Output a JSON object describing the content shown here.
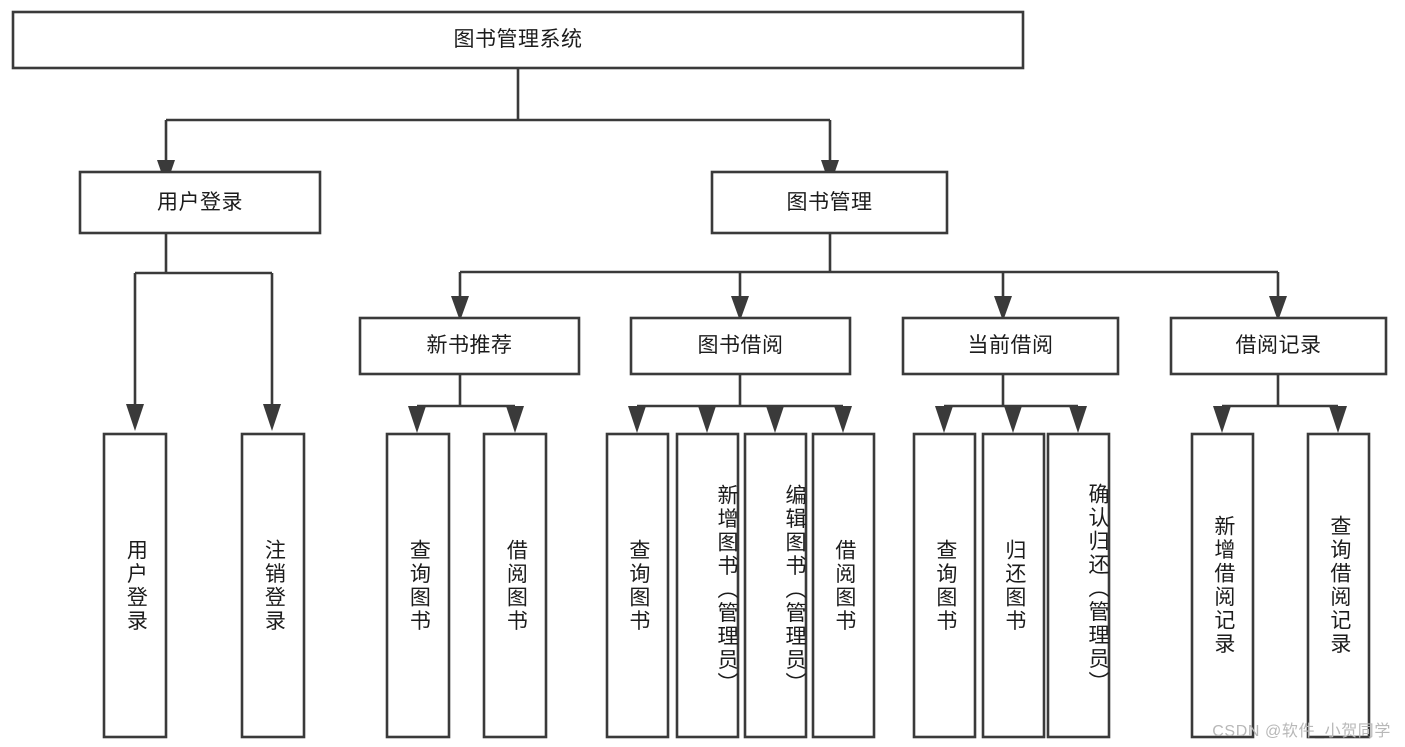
{
  "diagram": {
    "kind": "tree",
    "title": "图书管理系统",
    "watermark": "CSDN @软件_小贺同学",
    "colors": {
      "stroke": "#3a3a3a",
      "box_fill": "#ffffff",
      "text": "#1c1c1c",
      "background": "#ffffff",
      "watermark": "#b8b8b8"
    },
    "nodes": {
      "root": {
        "label": "图书管理系统"
      },
      "level2": [
        {
          "label": "用户登录"
        },
        {
          "label": "图书管理"
        }
      ],
      "level3": [
        {
          "label": "新书推荐"
        },
        {
          "label": "图书借阅"
        },
        {
          "label": "当前借阅"
        },
        {
          "label": "借阅记录"
        }
      ],
      "leaves": {
        "user_login": [
          {
            "label": "用户登录"
          },
          {
            "label": "注销登录"
          }
        ],
        "new_book": [
          {
            "label": "查询图书"
          },
          {
            "label": "借阅图书"
          }
        ],
        "book_borrow": [
          {
            "label": "查询图书"
          },
          {
            "label": "新增图书（管理员）"
          },
          {
            "label": "编辑图书（管理员）"
          },
          {
            "label": "借阅图书"
          }
        ],
        "current_borrow": [
          {
            "label": "查询图书"
          },
          {
            "label": "归还图书"
          },
          {
            "label": "确认归还（管理员）"
          }
        ],
        "borrow_record": [
          {
            "label": "新增借阅记录"
          },
          {
            "label": "查询借阅记录"
          }
        ]
      }
    }
  }
}
